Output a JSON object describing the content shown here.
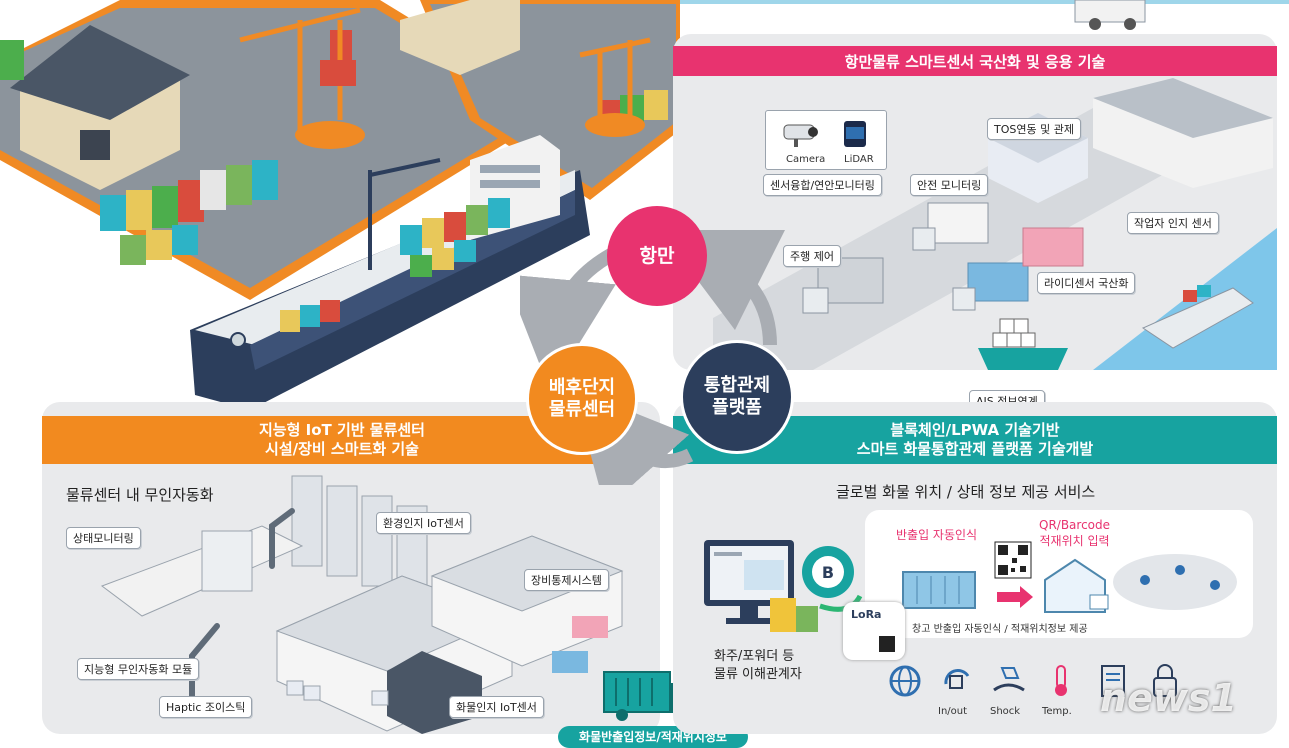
{
  "top_right": {
    "banner": "항만물류 스마트센서 국산화 및 응용 기술",
    "camera_label": "Camera",
    "lidar_label": "LiDAR",
    "labels": {
      "sensor_fusion": "센서융합/연안모니터링",
      "tos": "TOS연동 및 관제",
      "safety": "안전 모니터링",
      "driving": "주행 제어",
      "worker": "작업자 인지 센서",
      "lidar_sensor": "라이디센서 국산화",
      "ais": "AIS 정보연계"
    }
  },
  "cycle": {
    "port": "항만",
    "hinterland_line1": "배후단지",
    "hinterland_line2": "물류센터",
    "platform_line1": "통합관제",
    "platform_line2": "플랫폼"
  },
  "bottom_left": {
    "banner_line1": "지능형 IoT 기반 물류센터",
    "banner_line2": "시설/장비 스마트화 기술",
    "heading": "물류센터 내 무인자동화",
    "labels": {
      "status": "상태모니터링",
      "env_sensor": "환경인지 IoT센서",
      "equip": "장비통제시스템",
      "module": "지능형 무인자동화 모듈",
      "haptic": "Haptic 조이스틱",
      "cargo_sensor": "화물인지 IoT센서"
    },
    "truck_caption": "화물반출입정보/적재위치정보"
  },
  "bottom_right": {
    "banner_line1": "블록체인/LPWA 기술기반",
    "banner_line2": "스마트 화물통합관제 플랫폼 기술개발",
    "heading": "글로벌 화물 위치 / 상태 정보 제공 서비스",
    "auto_recog": "반출입 자동인식",
    "qr_line1": "QR/Barcode",
    "qr_line2": "적재위치 입력",
    "warehouse_caption": "창고 반출입 자동인식 / 적재위치정보 제공",
    "shipper_line1": "화주/포워더 등",
    "shipper_line2": "물류 이해관계자",
    "lora": "LoRa",
    "icons": [
      {
        "name": "globe-icon",
        "label": ""
      },
      {
        "name": "inout-icon",
        "label": "In/out"
      },
      {
        "name": "shock-icon",
        "label": "Shock"
      },
      {
        "name": "temp-icon",
        "label": "Temp."
      },
      {
        "name": "document-icon",
        "label": ""
      },
      {
        "name": "lock-icon",
        "label": ""
      }
    ]
  },
  "watermark": "news1",
  "colors": {
    "pink": "#e8336f",
    "orange": "#f28a1f",
    "teal": "#17a3a0",
    "navy": "#2c3e5c",
    "panel": "#e9eaec"
  }
}
